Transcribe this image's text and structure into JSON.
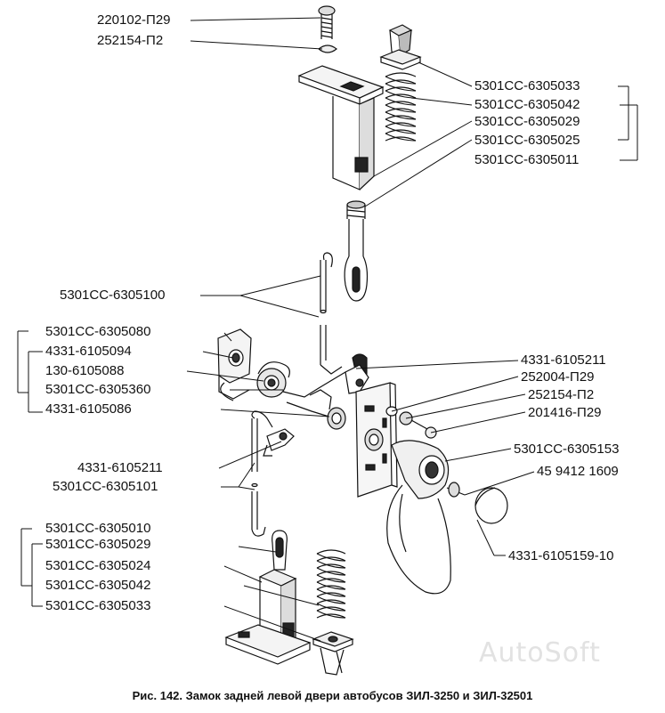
{
  "labels": {
    "top_1": "220102-П29",
    "top_2": "252154-П2",
    "right_1": "5301СС-6305033",
    "right_2": "5301СС-6305042",
    "right_3": "5301СС-6305029",
    "right_4": "5301СС-6305025",
    "right_5": "5301СС-6305011",
    "left_1": "5301СС-6305100",
    "left_2": "5301СС-6305080",
    "left_3": "4331-6105094",
    "left_4": "130-6105088",
    "left_5": "5301СС-6305360",
    "left_6": "4331-6105086",
    "mid_right_1": "4331-6105211",
    "mid_right_2": "252004-П29",
    "mid_right_3": "252154-П2",
    "mid_right_4": "201416-П29",
    "left_7": "4331-6105211",
    "left_8": "5301СС-6305101",
    "mid_right_5": "5301СС-6305153",
    "mid_right_6": "45 9412 1609",
    "mid_right_7": "4331-6105159-10",
    "bottom_1": "5301СС-6305010",
    "bottom_2": "5301СС-6305029",
    "bottom_3": "5301СС-6305024",
    "bottom_4": "5301СС-6305042",
    "bottom_5": "5301СС-6305033"
  },
  "caption": "Рис. 142. Замок задней левой двери автобусов ЗИЛ-3250 и ЗИЛ-32501",
  "watermark": "AutoSoft"
}
